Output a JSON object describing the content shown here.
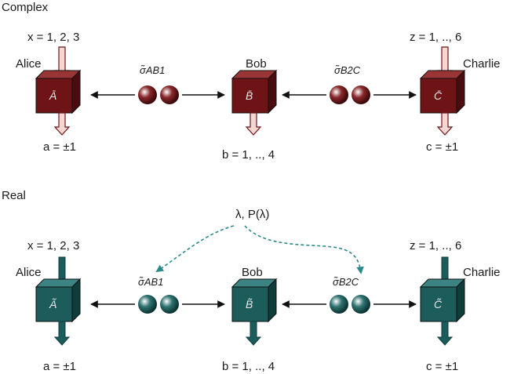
{
  "complex": {
    "title": "Complex",
    "color_front": "#6e1416",
    "color_top": "#9a3537",
    "color_side": "#4a0c0e",
    "arrow_in_fill": "#f4d6d2",
    "alice": {
      "name": "Alice",
      "input": "x = 1, 2, 3",
      "box": "Ā",
      "output": "a = ±1"
    },
    "bob": {
      "name": "Bob",
      "box": "B̄",
      "output": "b = 1, .., 4"
    },
    "charlie": {
      "name": "Charlie",
      "input": "z = 1, .., 6",
      "box": "C̄",
      "output": "c = ±1"
    },
    "state_ab": "σ̃AB1",
    "state_bc": "σ̃B2C"
  },
  "real": {
    "title": "Real",
    "color_front": "#1c5d5c",
    "color_top": "#3b8482",
    "color_side": "#0f3d3c",
    "hidden": "λ, P(λ)",
    "alice": {
      "name": "Alice",
      "input": "x = 1, 2, 3",
      "box": "Ã",
      "output": "a = ±1"
    },
    "bob": {
      "name": "Bob",
      "box": "B̃",
      "output": "b = 1, .., 4"
    },
    "charlie": {
      "name": "Charlie",
      "input": "z = 1, .., 6",
      "box": "C̃",
      "output": "c = ±1"
    },
    "state_ab": "σ̃AB1",
    "state_bc": "σ̃B2C"
  }
}
